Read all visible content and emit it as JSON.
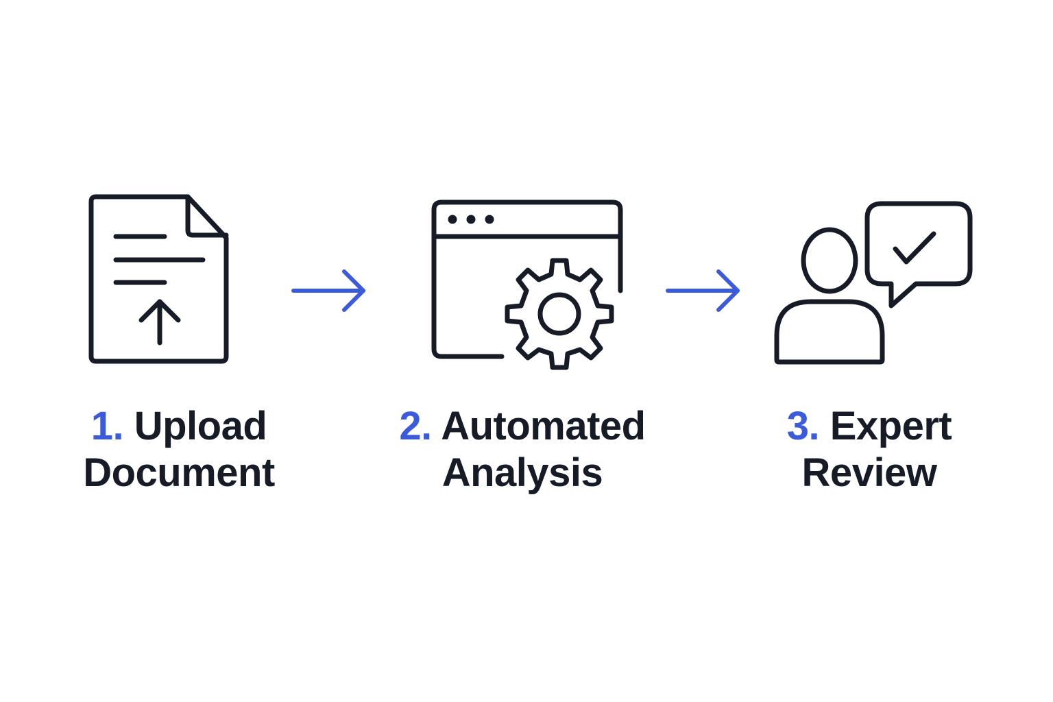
{
  "colors": {
    "accent": "#3b5bdb",
    "ink": "#161b26",
    "background": "#ffffff"
  },
  "steps": [
    {
      "icon": "document-upload-icon",
      "number": "1.",
      "title_line1": "Upload",
      "title_line2": "Document"
    },
    {
      "icon": "browser-gear-icon",
      "number": "2.",
      "title_line1": "Automated",
      "title_line2": "Analysis"
    },
    {
      "icon": "person-chat-check-icon",
      "number": "3.",
      "title_line1": "Expert",
      "title_line2": "Review"
    }
  ],
  "connectors": [
    {
      "icon": "arrow-right-icon"
    },
    {
      "icon": "arrow-right-icon"
    }
  ]
}
